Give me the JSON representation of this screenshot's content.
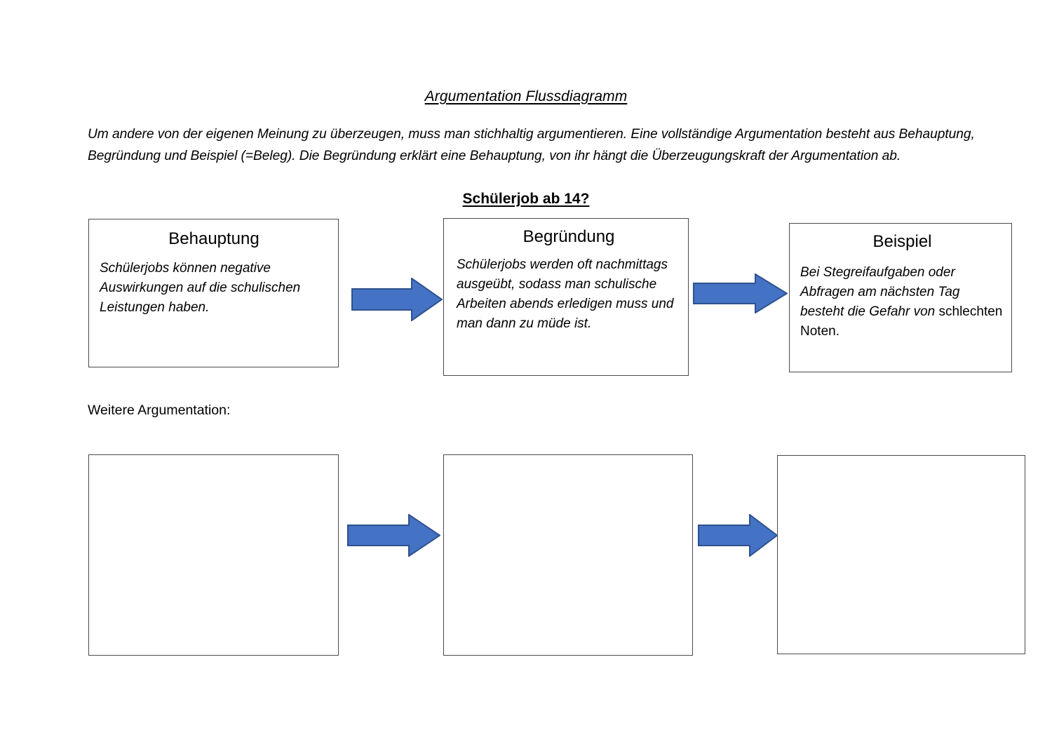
{
  "document": {
    "title": "Argumentation Flussdiagramm",
    "intro": "Um andere von der eigenen Meinung zu überzeugen, muss man stichhaltig argumentieren. Eine vollständige Argumentation besteht aus Behauptung, Begründung und Beispiel (=Beleg). Die Begründung erklärt eine Behauptung, von ihr hängt die Überzeugungskraft der Argumentation ab.",
    "subtitle": "Schülerjob ab 14?",
    "section_label": "Weitere Argumentation:"
  },
  "colors": {
    "arrow_fill": "#4472C4",
    "arrow_stroke": "#2F528F",
    "box_border": "#4a4a4a",
    "text": "#000000",
    "background": "#ffffff"
  },
  "flow_top": {
    "boxes": [
      {
        "heading": "Behauptung",
        "body": "Schülerjobs können negative Auswirkungen auf die schulischen Leistungen haben.",
        "body_italic": true
      },
      {
        "heading": "Begründung",
        "body": "Schülerjobs werden oft nachmittags ausgeübt, sodass man schulische Arbeiten abends erledigen muss und man dann zu müde ist.",
        "body_italic": true
      },
      {
        "heading": "Beispiel",
        "body_italic_part": "Bei Stegreifaufgaben oder Abfragen am nächsten Tag besteht die Gefahr von ",
        "body_upright_part": "schlechten Noten.",
        "body_italic": true
      }
    ],
    "arrows": [
      {
        "name": "arrow-right",
        "from": "Behauptung",
        "to": "Begründung"
      },
      {
        "name": "arrow-right",
        "from": "Begründung",
        "to": "Beispiel"
      }
    ]
  },
  "flow_bottom": {
    "boxes": [
      {
        "heading": "",
        "body": ""
      },
      {
        "heading": "",
        "body": ""
      },
      {
        "heading": "",
        "body": ""
      }
    ],
    "arrows": [
      {
        "name": "arrow-right"
      },
      {
        "name": "arrow-right"
      }
    ]
  }
}
